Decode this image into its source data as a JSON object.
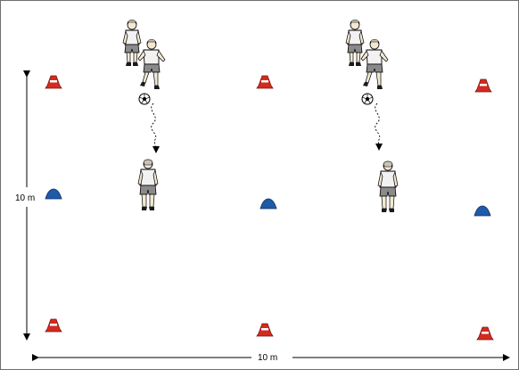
{
  "dimensions": {
    "vertical_label": "10 m",
    "horizontal_label": "10 m"
  },
  "cones": [
    {
      "color": "red"
    },
    {
      "color": "red"
    },
    {
      "color": "red"
    },
    {
      "color": "blue"
    },
    {
      "color": "blue"
    },
    {
      "color": "blue"
    },
    {
      "color": "red"
    },
    {
      "color": "red"
    },
    {
      "color": "red"
    }
  ],
  "colors": {
    "cone_red": "#d42a1f",
    "cone_blue": "#1e5aa8",
    "border": "#6f6f6f",
    "shirt": "#f2f2f2",
    "shorts": "#8a8a8a",
    "skin": "#f3e7d2",
    "hair": "#c8c3b4",
    "line": "#000000"
  },
  "groups": [
    {
      "name": "left-drill",
      "players": [
        "waiting-player",
        "dribbling-player",
        "receiving-player"
      ]
    },
    {
      "name": "right-drill",
      "players": [
        "waiting-player",
        "dribbling-player",
        "receiving-player"
      ]
    }
  ]
}
